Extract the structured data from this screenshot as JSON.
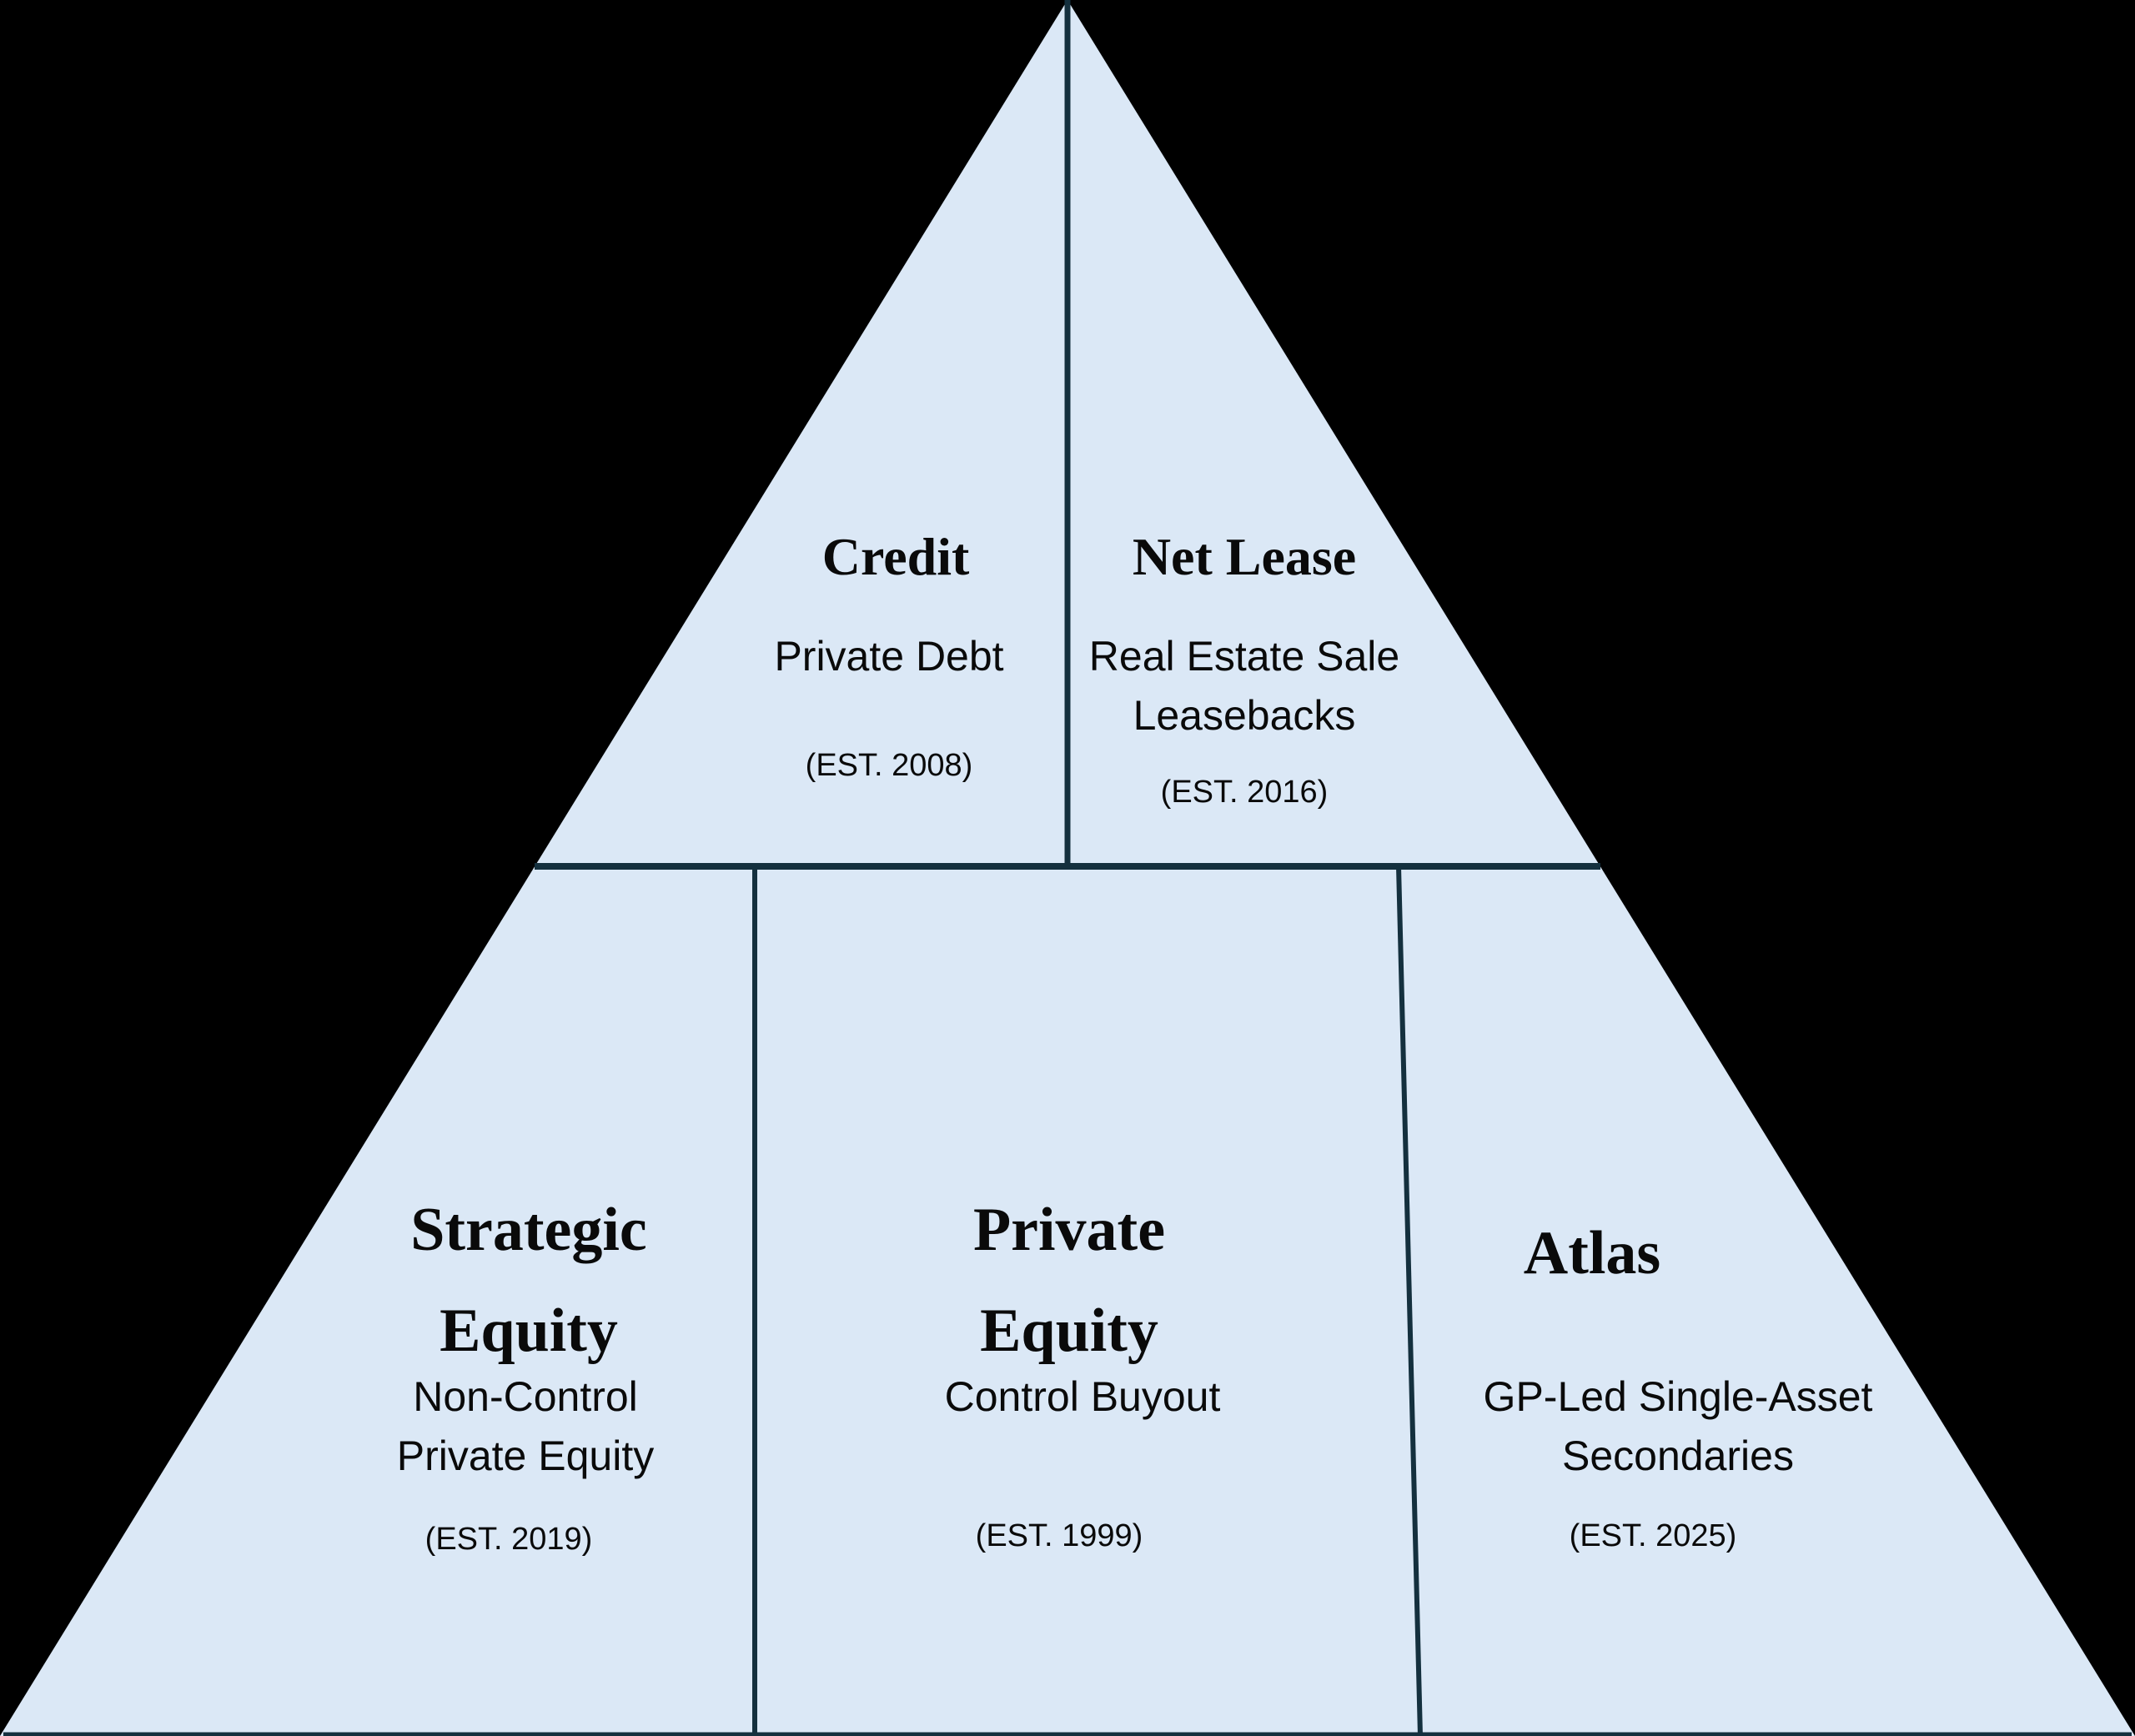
{
  "colors": {
    "background": "#000000",
    "pyramid_fill": "#dbe8f6",
    "divider": "#14303e",
    "text": "#0a0a0a"
  },
  "pyramid": {
    "sections": [
      {
        "id": "credit",
        "title": "Credit",
        "subtitle": "Private Debt",
        "established": "(EST. 2008)"
      },
      {
        "id": "net-lease",
        "title": "Net Lease",
        "subtitle": "Real Estate Sale\nLeasebacks",
        "established": "(EST. 2016)"
      },
      {
        "id": "strategic-equity",
        "title": "Strategic\nEquity",
        "subtitle": "Non-Control\nPrivate Equity",
        "established": "(EST. 2019)"
      },
      {
        "id": "private-equity",
        "title": "Private\nEquity",
        "subtitle": "Control Buyout",
        "established": "(EST. 1999)"
      },
      {
        "id": "atlas",
        "title": "Atlas",
        "subtitle": "GP-Led Single-Asset\nSecondaries",
        "established": "(EST. 2025)"
      }
    ]
  }
}
